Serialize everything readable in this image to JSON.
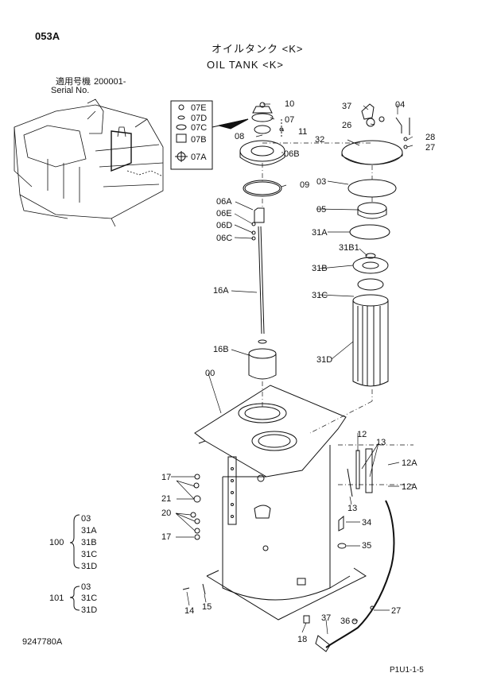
{
  "header": {
    "page_code": "053A",
    "title_jp": "オイルタンク <K>",
    "title_en": "OIL TANK <K>"
  },
  "serial": {
    "jp_label": "適用号機",
    "range": "200001-",
    "en_label": "Serial No."
  },
  "labels": {
    "p10": "10",
    "p07": "07",
    "p11": "11",
    "p08": "08",
    "p06B": "06B",
    "p09": "09",
    "p07E": "07E",
    "p07D": "07D",
    "p07C": "07C",
    "p07B": "07B",
    "p07A": "07A",
    "p06A": "06A",
    "p06E": "06E",
    "p06D": "06D",
    "p06C": "06C",
    "p16A": "16A",
    "p16B": "16B",
    "p37a": "37",
    "p04": "04",
    "p26": "26",
    "p28": "28",
    "p27a": "27",
    "p32": "32",
    "p03": "03",
    "p05": "05",
    "p31A": "31A",
    "p31B1": "31B1",
    "p31B": "31B",
    "p31C": "31C",
    "p31D": "31D",
    "p00": "00",
    "p12": "12",
    "p13a": "13",
    "p12Aa": "12A",
    "p12Ab": "12A",
    "p13b": "13",
    "p17a": "17",
    "p21": "21",
    "p20": "20",
    "p17b": "17",
    "p34": "34",
    "p35": "35",
    "p14": "14",
    "p15": "15",
    "p27b": "27",
    "p37b": "37",
    "p36": "36",
    "p18": "18"
  },
  "groups": {
    "g100": {
      "id": "100",
      "items": [
        "03",
        "31A",
        "31B",
        "31C",
        "31D"
      ]
    },
    "g101": {
      "id": "101",
      "items": [
        "03",
        "31C",
        "31D"
      ]
    }
  },
  "footer": {
    "drawing_no": "9247780A",
    "page_ref": "P1U1-1-5"
  }
}
